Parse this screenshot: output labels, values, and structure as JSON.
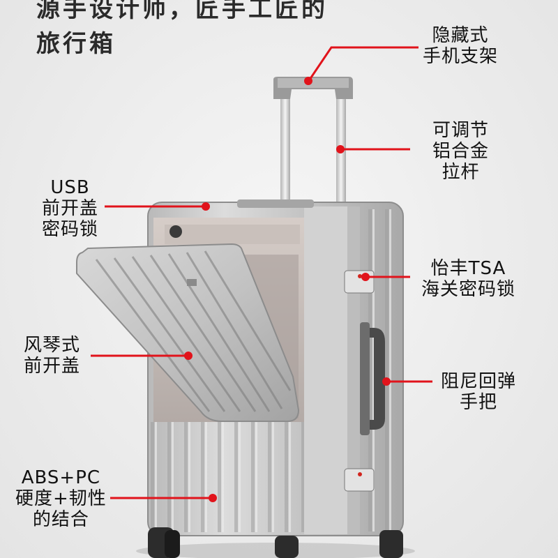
{
  "headline": {
    "line1": "源手设计师，匠手工匠的",
    "line2": "旅行箱"
  },
  "annotations": {
    "phone_holder": [
      "隐藏式",
      "手机支架"
    ],
    "trolley": [
      "可调节",
      "铝合金",
      "拉杆"
    ],
    "usb_lock": [
      "USB",
      "前开盖",
      "密码锁"
    ],
    "tsa_lock": [
      "怡丰TSA",
      "海关密码锁"
    ],
    "front_cover": [
      "风琴式",
      "前开盖"
    ],
    "handle": [
      "阻尼回弹",
      "手把"
    ],
    "material": [
      "ABS+PC",
      "硬度+韧性",
      "的结合"
    ]
  },
  "colors": {
    "callout_red": "#e1131b",
    "shell_silver": "#c9c9c9",
    "background": "#ededed"
  }
}
